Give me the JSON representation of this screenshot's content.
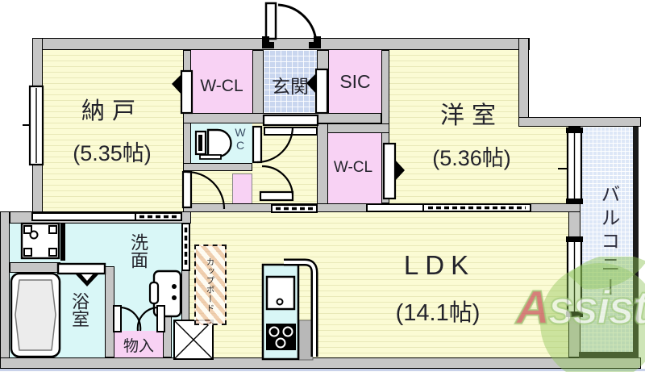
{
  "rooms": {
    "nando": {
      "label": "納戸",
      "size": "(5.35帖)"
    },
    "wcl_top": {
      "label": "W-CL"
    },
    "genkan": {
      "label": "玄関"
    },
    "sic": {
      "label": "SIC"
    },
    "yoshitsu": {
      "label": "洋室",
      "size": "(5.36帖)"
    },
    "wcl_side": {
      "label": "W-CL"
    },
    "wc": {
      "label": "WC"
    },
    "senmen": {
      "label": "洗面"
    },
    "yokushitsu": {
      "label": "浴室"
    },
    "monoire": {
      "label": "物入"
    },
    "ldk": {
      "label": "LDK",
      "size": "(14.1帖)"
    },
    "balcony": {
      "label": "バルコニー"
    },
    "cupboard": {
      "label": "カップボード"
    }
  },
  "watermark": {
    "first": "A",
    "rest": "ssist"
  },
  "fixtures": [
    "toilet",
    "bathtub",
    "washbasin",
    "washing-machine-pan",
    "kitchen-sink",
    "stove",
    "refrigerator-space",
    "entrance-door",
    "windows",
    "sliding-doors"
  ],
  "colors": {
    "wall": "#c6c6c6",
    "floor_yellow": "#fbfbd4",
    "floor_stripe": "#e9e9b8",
    "closet_pink": "#f8d2f4",
    "wet_cyan": "#d9f7f7",
    "entry_tile": "#c9d6ef",
    "balcony_blue": "#dde7f7",
    "label_text": "#23232b",
    "wc_text": "#3a4e64",
    "watermark_green": "#8cc355",
    "watermark_red": "#cf5560"
  }
}
